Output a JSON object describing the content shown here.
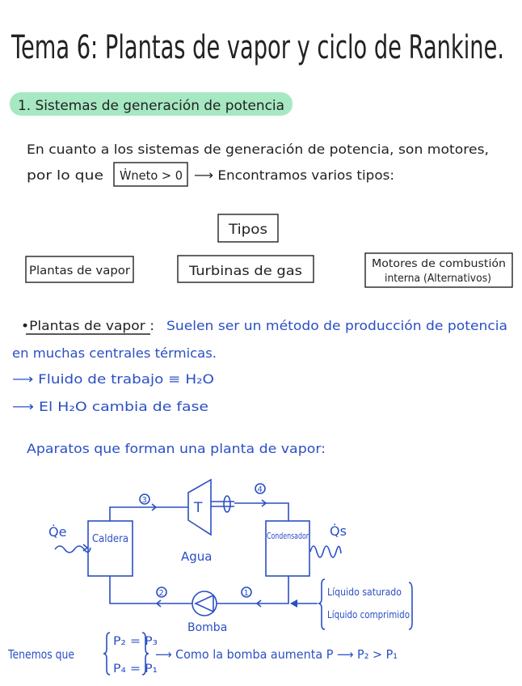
{
  "title": "Tema 6: Plantas de vapor y ciclo de Rankine.",
  "section1": {
    "heading": "1. Sistemas de generación de potencia",
    "line1": "En cuanto a los sistemas de generación de potencia, son motores,",
    "line2_prefix": "por lo que",
    "boxed_formula": "Ẇneto > 0",
    "line2_suffix": "⟶ Encontramos varios tipos:"
  },
  "types": {
    "header": "Tipos",
    "items": [
      "Plantas de vapor",
      "Turbinas de gas",
      "Motores de combustión",
      "interna (Alternativos)"
    ]
  },
  "plantas": {
    "label": "•Plantas de vapor :",
    "desc1": "Suelen ser un método de producción de potencia",
    "desc2": "en muchas centrales térmicas.",
    "bullet1": "⟶ Fluido de trabajo ≡ H₂O",
    "bullet2": "⟶ El H₂O cambia de fase",
    "aparatos": "Aparatos que forman una planta de vapor:"
  },
  "diagram": {
    "boiler": "Caldera",
    "condenser": "Condensador",
    "turbine": "T",
    "fluid": "Agua",
    "pump": "Bomba",
    "heat_in": "Q̇e",
    "heat_out": "Q̇s",
    "states": [
      "1",
      "2",
      "3",
      "4"
    ],
    "liquid_options": [
      "Líquido saturado",
      "Líquido comprimido"
    ]
  },
  "conclusion": {
    "prefix": "Tenemos que",
    "eq1": "P₂ = P₃",
    "eq2": "P₄ = P₁",
    "result": "⟶ Como la bomba aumenta P ⟶ P₂ > P₁"
  },
  "colors": {
    "ink_blue": "#2a4fc4",
    "highlight_green": "#a6e8c2",
    "tipos_fill": "#a3dfcf",
    "box_fill": "#a0e8ef"
  }
}
